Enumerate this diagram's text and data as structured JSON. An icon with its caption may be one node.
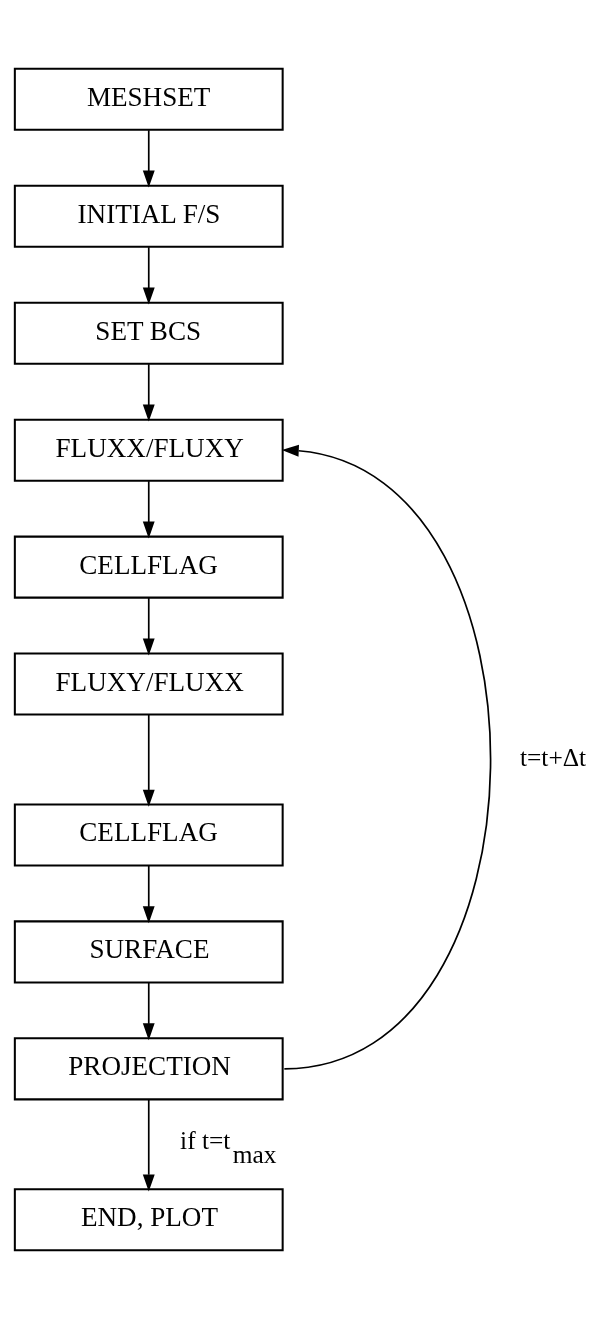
{
  "diagram": {
    "nodes": [
      {
        "text": [
          "MESHSET"
        ]
      },
      {
        "text": [
          "INITIAL F/S"
        ]
      },
      {
        "text": [
          "SET BCS"
        ]
      },
      {
        "text": [
          "FLUXX/FLUXY"
        ]
      },
      {
        "text": [
          "CELLFLAG"
        ]
      },
      {
        "text": [
          "FLUXY/FLUXX"
        ]
      },
      {
        "text": [
          "CELLFLAG"
        ]
      },
      {
        "text": [
          "SURFACE"
        ]
      },
      {
        "text": [
          "PROJECTION"
        ]
      },
      {
        "text": [
          "END, PLOT"
        ]
      }
    ],
    "edges": [
      {
        "from": 0,
        "to": 1,
        "arrow": "to"
      },
      {
        "from": 1,
        "to": 2,
        "arrow": "to"
      },
      {
        "from": 2,
        "to": 3,
        "arrow": "to"
      },
      {
        "from": 3,
        "to": 4,
        "arrow": "to"
      },
      {
        "from": 4,
        "to": 5,
        "arrow": "to"
      },
      {
        "from": 5,
        "to": 6,
        "arrow": "to"
      },
      {
        "from": 6,
        "to": 7,
        "arrow": "to"
      },
      {
        "from": 7,
        "to": 8,
        "arrow": "to"
      },
      {
        "from": 8,
        "to": 3,
        "arrow": "to",
        "label": "t=t+Δt"
      },
      {
        "from": 8,
        "to": 9,
        "arrow": "to",
        "label": "if t=t$_{max}$"
      }
    ]
  }
}
